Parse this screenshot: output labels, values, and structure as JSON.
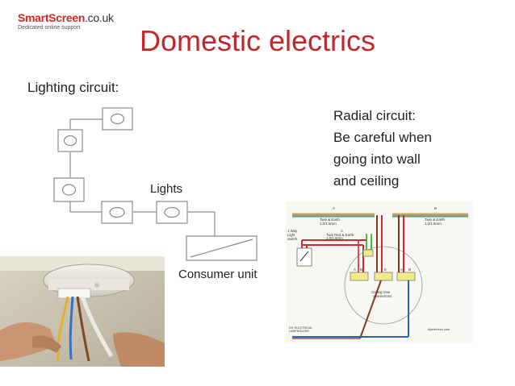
{
  "brand": {
    "name_part1": "SmartScreen",
    "name_part2": ".co.uk",
    "tagline": "Dedicated online support"
  },
  "slide": {
    "title": "Domestic electrics",
    "subtitle": "Lighting circuit:",
    "note_lines": [
      "Radial circuit:",
      "Be careful when",
      "going into wall",
      "and ceiling"
    ]
  },
  "schematic": {
    "lights_label": "Lights",
    "consumer_label": "Consumer unit"
  },
  "wiring_diagram": {
    "label_a": "A",
    "label_b": "B",
    "label_c": "C",
    "cable_a_line1": "Twin & Earth",
    "cable_a_line2": "1.0/1.5mm",
    "cable_b_line1": "Twin & Earth",
    "cable_b_line2": "1.0/1.5mm",
    "cable_c_line1": "Twin Red & Earth",
    "cable_c_line2": "1.0/1.5mm",
    "switch_line1": "1 Way",
    "switch_line2": "Light",
    "switch_line3": "switch",
    "rose_label_line1": "Ceiling rose",
    "rose_label_line2": "connections",
    "terminal_letters": [
      "A",
      "B",
      "E",
      "A",
      "B"
    ],
    "footer_left_line1": "DIY ELECTRICAL",
    "footer_left_line2": "LAMPHOLDER",
    "footer_right": "diyelectrics.com"
  },
  "colors": {
    "accent_red": "#c0282a",
    "brand_red": "#d7261e",
    "wire_brown": "#7a3b1e",
    "wire_red": "#d9262b",
    "wire_blue": "#2b5fc0",
    "wire_earth": "#4fb848"
  }
}
